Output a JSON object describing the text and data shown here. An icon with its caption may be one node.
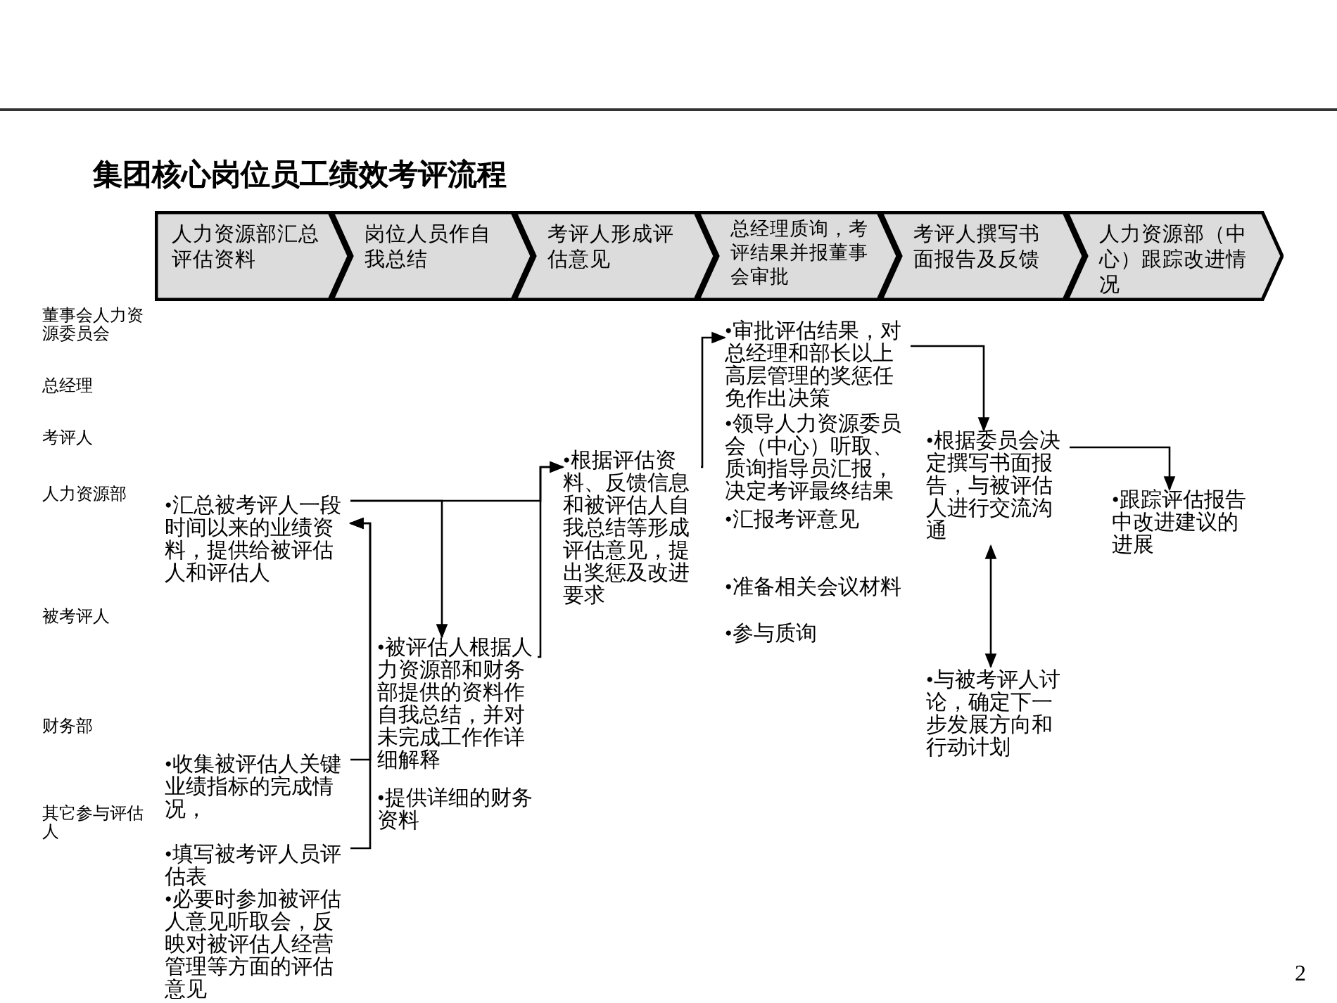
{
  "diagram": {
    "title": "集团核心岗位员工绩效考评流程",
    "nodes": [
      {
        "text": [
          "人力资源部汇总评估资料"
        ]
      },
      {
        "text": [
          "岗位人员作自我总结"
        ]
      },
      {
        "text": [
          "考评人形成评估意见"
        ]
      },
      {
        "text": [
          "总经理质询，考评结果并报董事会审批"
        ]
      },
      {
        "text": [
          "考评人撰写书面报告及反馈"
        ]
      },
      {
        "text": [
          "人力资源部（中心）跟踪改进情况"
        ]
      },
      {
        "text": [
          "•汇总被考评人一段时间以来的业绩资料，提供给被评估人和评估人"
        ]
      },
      {
        "text": [
          "•收集被评估人关键业绩指标的完成情况，"
        ]
      },
      {
        "text": [
          "•填写被考评人员评估表",
          "•必要时参加被评估人意见听取会，反映对被评估人经营管理等方面的评估意见"
        ]
      },
      {
        "text": [
          "•被评估人根据人力资源部和财务部提供的资料作自我总结，并对未完成工作作详细解释"
        ]
      },
      {
        "text": [
          "•提供详细的财务资料"
        ]
      },
      {
        "text": [
          "•根据评估资料、反馈信息和被评估人自我总结等形成评估意见，提出奖惩及改进要求"
        ]
      },
      {
        "text": [
          "•审批评估结果，对总经理和部长以上高层管理的奖惩任免作出决策"
        ]
      },
      {
        "text": [
          "•领导人力资源委员会（中心）听取、质询指导员汇报，决定考评最终结果"
        ]
      },
      {
        "text": [
          "•汇报考评意见"
        ]
      },
      {
        "text": [
          "•准备相关会议材料"
        ]
      },
      {
        "text": [
          "•参与质询"
        ]
      },
      {
        "text": [
          "•根据委员会决定撰写书面报告，与被评估人进行交流沟通"
        ]
      },
      {
        "text": [
          "•与被考评人讨论，确定下一步发展方向和行动计划"
        ]
      },
      {
        "text": [
          "•跟踪评估报告中改进建议的进展"
        ]
      }
    ],
    "edges": [
      {
        "from": 6,
        "to": 9,
        "arrow": "to"
      },
      {
        "from": 6,
        "to": 11,
        "arrow": "to"
      },
      {
        "from": 9,
        "to": 11,
        "arrow": "to"
      },
      {
        "from": 7,
        "to": 6,
        "arrow": "to"
      },
      {
        "from": 8,
        "to": 6,
        "arrow": "to"
      },
      {
        "from": 11,
        "to": 12,
        "arrow": "to"
      },
      {
        "from": 12,
        "to": 17,
        "arrow": "to"
      },
      {
        "from": 18,
        "to": 17,
        "arrow": "both"
      },
      {
        "from": 17,
        "to": 19,
        "arrow": "to"
      }
    ],
    "labels": [
      "董事会人力资源委员会",
      "总经理",
      "考评人",
      "人力资源部",
      "被考评人",
      "财务部",
      "其它参与评估人",
      "2"
    ]
  }
}
